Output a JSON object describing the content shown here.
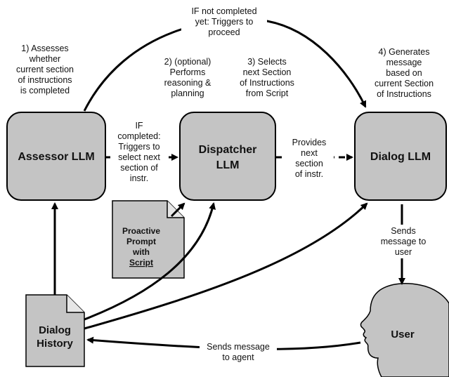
{
  "boxes": {
    "assessor": "Assessor LLM",
    "dispatcher": [
      "Dispatcher",
      "LLM"
    ],
    "dialog": "Dialog LLM"
  },
  "documents": {
    "script": [
      "Proactive",
      "Prompt",
      "with",
      "Script"
    ],
    "history": [
      "Dialog",
      "History"
    ]
  },
  "user_label": "User",
  "labels": {
    "top_loop": [
      "IF not completed",
      "yet: Triggers to",
      "proceed"
    ],
    "step1": [
      "1) Assesses",
      "whether",
      "current section",
      "of instructions",
      "is completed"
    ],
    "step2": [
      "2) (optional)",
      "Performs",
      "reasoning &",
      "planning"
    ],
    "step3": [
      "3) Selects",
      "next Section",
      "of Instructions",
      "from Script"
    ],
    "step4": [
      "4) Generates",
      "message",
      "based on",
      "current Section",
      "of Instructions"
    ],
    "if_completed": [
      "IF",
      "completed:",
      "Triggers to",
      "select next",
      "section of",
      "instr."
    ],
    "provides": [
      "Provides",
      "next",
      "section",
      "of instr."
    ],
    "sends_user": [
      "Sends",
      "message to",
      "user"
    ],
    "sends_agent": [
      "Sends message",
      "to agent"
    ]
  }
}
